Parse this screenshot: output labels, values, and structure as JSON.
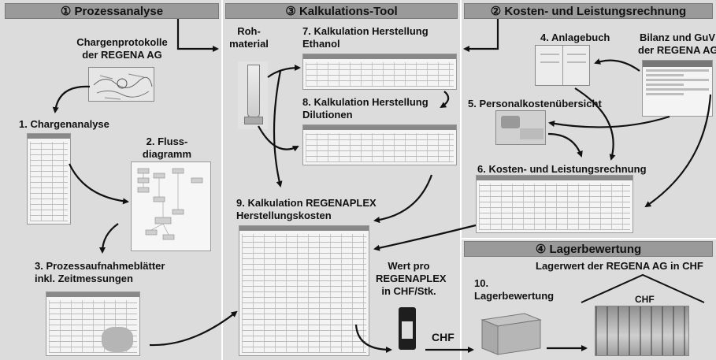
{
  "sections": {
    "prozess": "① Prozessanalyse",
    "kalkulation": "③ Kalkulations-Tool",
    "kosten": "② Kosten- und Leistungsrechnung",
    "lager": "④ Lagerbewertung"
  },
  "labels": {
    "chargenprotokolle": [
      "Chargenprotokolle",
      "der REGENA AG"
    ],
    "chargenanalyse": "1. Chargenanalyse",
    "flussdiagramm": [
      "2. Fluss-",
      "diagramm"
    ],
    "prozessaufnahme": [
      "3. Prozessaufnahmeblätter",
      "inkl. Zeitmessungen"
    ],
    "rohmaterial": [
      "Roh-",
      "material"
    ],
    "ethanol": [
      "7. Kalkulation Herstellung",
      "Ethanol"
    ],
    "dilutionen": [
      "8. Kalkulation Herstellung",
      "Dilutionen"
    ],
    "regenaplex": [
      "9. Kalkulation REGENAPLEX",
      "Herstellungskosten"
    ],
    "wert": [
      "Wert pro",
      "REGENAPLEX",
      "in CHF/Stk."
    ],
    "chf_bottle": "CHF",
    "anlagebuch": "4. Anlagebuch",
    "bilanz": [
      "Bilanz und GuV",
      "der REGENA AG"
    ],
    "personal": "5. Personalkostenübersicht",
    "kostenleistung": "6. Kosten- und Leistungsrechnung",
    "lagerbewertung": [
      "10.",
      "Lagerbewertung"
    ],
    "lagerwert": "Lagerwert der REGENA AG in CHF",
    "chf_house": "CHF"
  },
  "colors": {
    "background": "#dcdcdc",
    "header": "#9a9a9a",
    "divider": "#ffffff",
    "arrow": "#111111"
  }
}
